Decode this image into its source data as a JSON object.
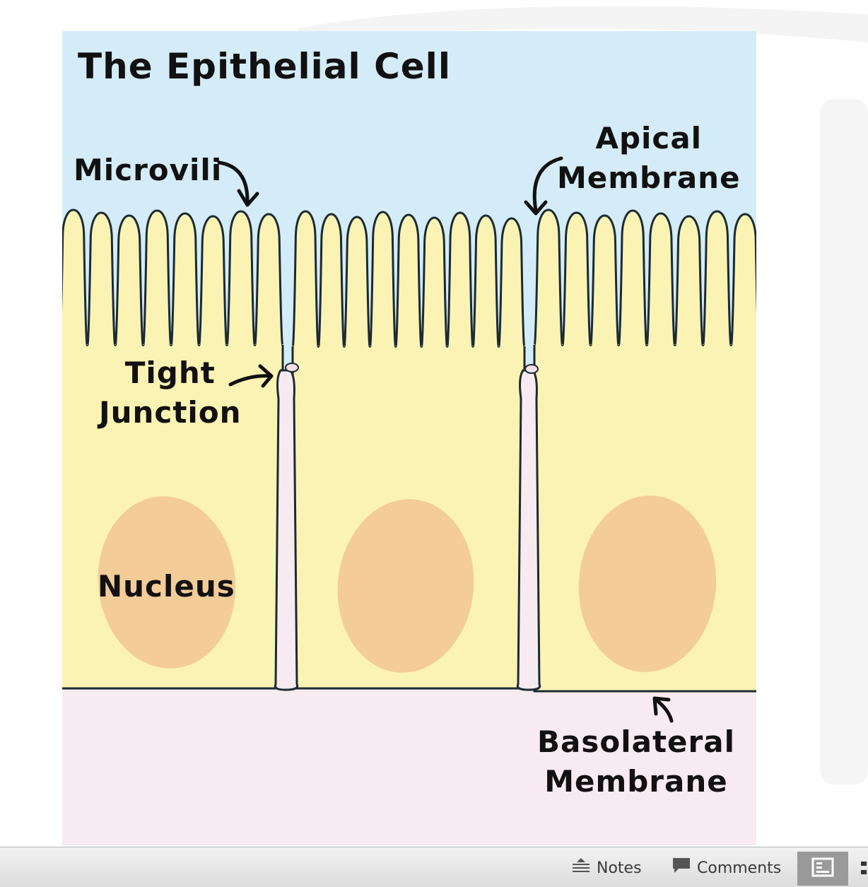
{
  "diagram": {
    "title": "The Epithelial Cell",
    "labels": {
      "microvili": "Microvili",
      "apical_line1": "Apical",
      "apical_line2": "Membrane",
      "tight_line1": "Tight",
      "tight_line2": "Junction",
      "nucleus": "Nucleus",
      "baso_line1": "Basolateral",
      "baso_line2": "Membrane"
    },
    "colors": {
      "lumen": "#d4ecf7",
      "cytoplasm": "#fbf3b4",
      "interstitial": "#f8eaf1",
      "nucleus": "#f3cc98",
      "outline": "#1b2b33"
    }
  },
  "statusbar": {
    "notes_label": "Notes",
    "comments_label": "Comments",
    "icons": [
      "notes-icon",
      "comments-icon",
      "normal-view-icon"
    ]
  }
}
